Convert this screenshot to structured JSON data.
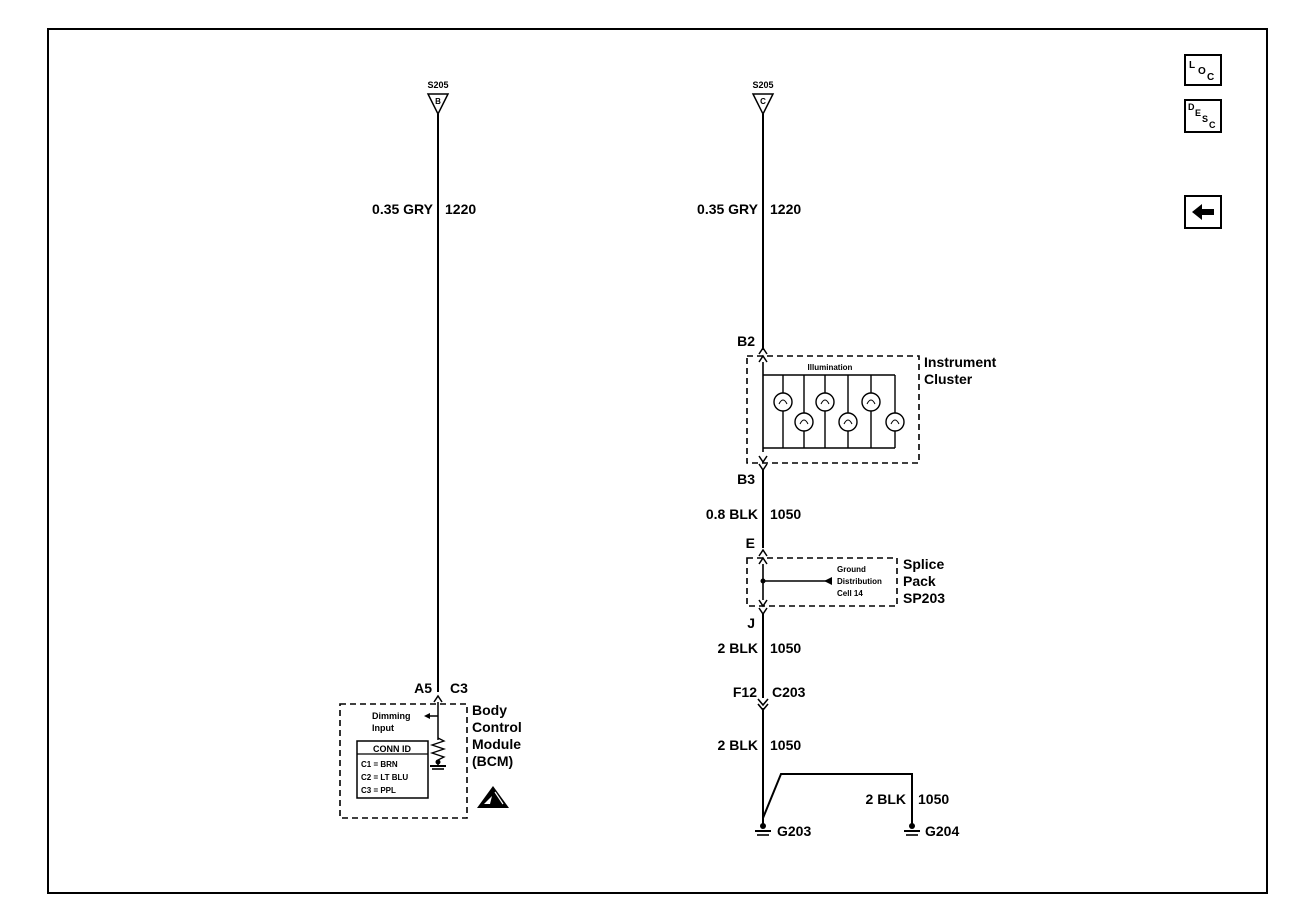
{
  "left_circuit": {
    "splice_id": "S205",
    "splice_pin": "B",
    "wire_size_color": "0.35 GRY",
    "wire_circuit": "1220",
    "pin_a": "A5",
    "pin_b": "C3",
    "dimming_line1": "Dimming",
    "dimming_line2": "Input",
    "conn_id_header": "CONN ID",
    "conn_ids": [
      "C1 = BRN",
      "C2 = LT BLU",
      "C3 = PPL"
    ],
    "module_lines": [
      "Body",
      "Control",
      "Module",
      "(BCM)"
    ]
  },
  "right_circuit": {
    "splice_id": "S205",
    "splice_pin": "C",
    "wire1_size_color": "0.35 GRY",
    "wire1_circuit": "1220",
    "ic_pin_top": "B2",
    "ic_pin_bottom": "B3",
    "illumination_label": "Illumination",
    "ic_lines": [
      "Instrument",
      "Cluster"
    ],
    "wire2_size_color": "0.8 BLK",
    "wire2_circuit": "1050",
    "sp_pin_top": "E",
    "sp_pin_bottom": "J",
    "ground_dist_lines": [
      "Ground",
      "Distribution",
      "Cell 14"
    ],
    "splice_pack_lines": [
      "Splice",
      "Pack",
      "SP203"
    ],
    "wire3_size_color": "2 BLK",
    "wire3_circuit": "1050",
    "connector_pin": "F12",
    "connector_id": "C203",
    "wire4_size_color": "2 BLK",
    "wire4_circuit": "1050",
    "wire5_size_color": "2 BLK",
    "wire5_circuit": "1050",
    "ground1": "G203",
    "ground2": "G204"
  },
  "nav": {
    "loc_letters": [
      "L",
      "O",
      "C"
    ],
    "desc_letters": [
      "D",
      "E",
      "S",
      "C"
    ],
    "back_icon": "left-arrow-icon"
  }
}
